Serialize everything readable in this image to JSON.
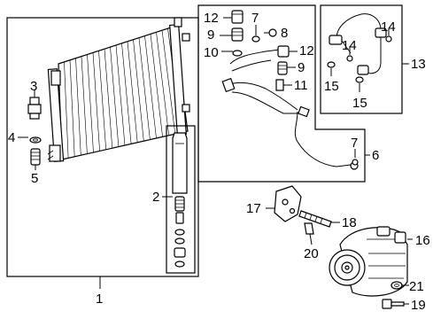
{
  "diagram": {
    "callouts": {
      "c1": "1",
      "c2": "2",
      "c3": "3",
      "c4": "4",
      "c5": "5",
      "c6": "6",
      "c7a": "7",
      "c7b": "7",
      "c8": "8",
      "c9a": "9",
      "c9b": "9",
      "c10": "10",
      "c11": "11",
      "c12a": "12",
      "c12b": "12",
      "c13": "13",
      "c14a": "14",
      "c14b": "14",
      "c15a": "15",
      "c15b": "15",
      "c16": "16",
      "c17": "17",
      "c18": "18",
      "c19": "19",
      "c20": "20",
      "c21": "21"
    }
  }
}
